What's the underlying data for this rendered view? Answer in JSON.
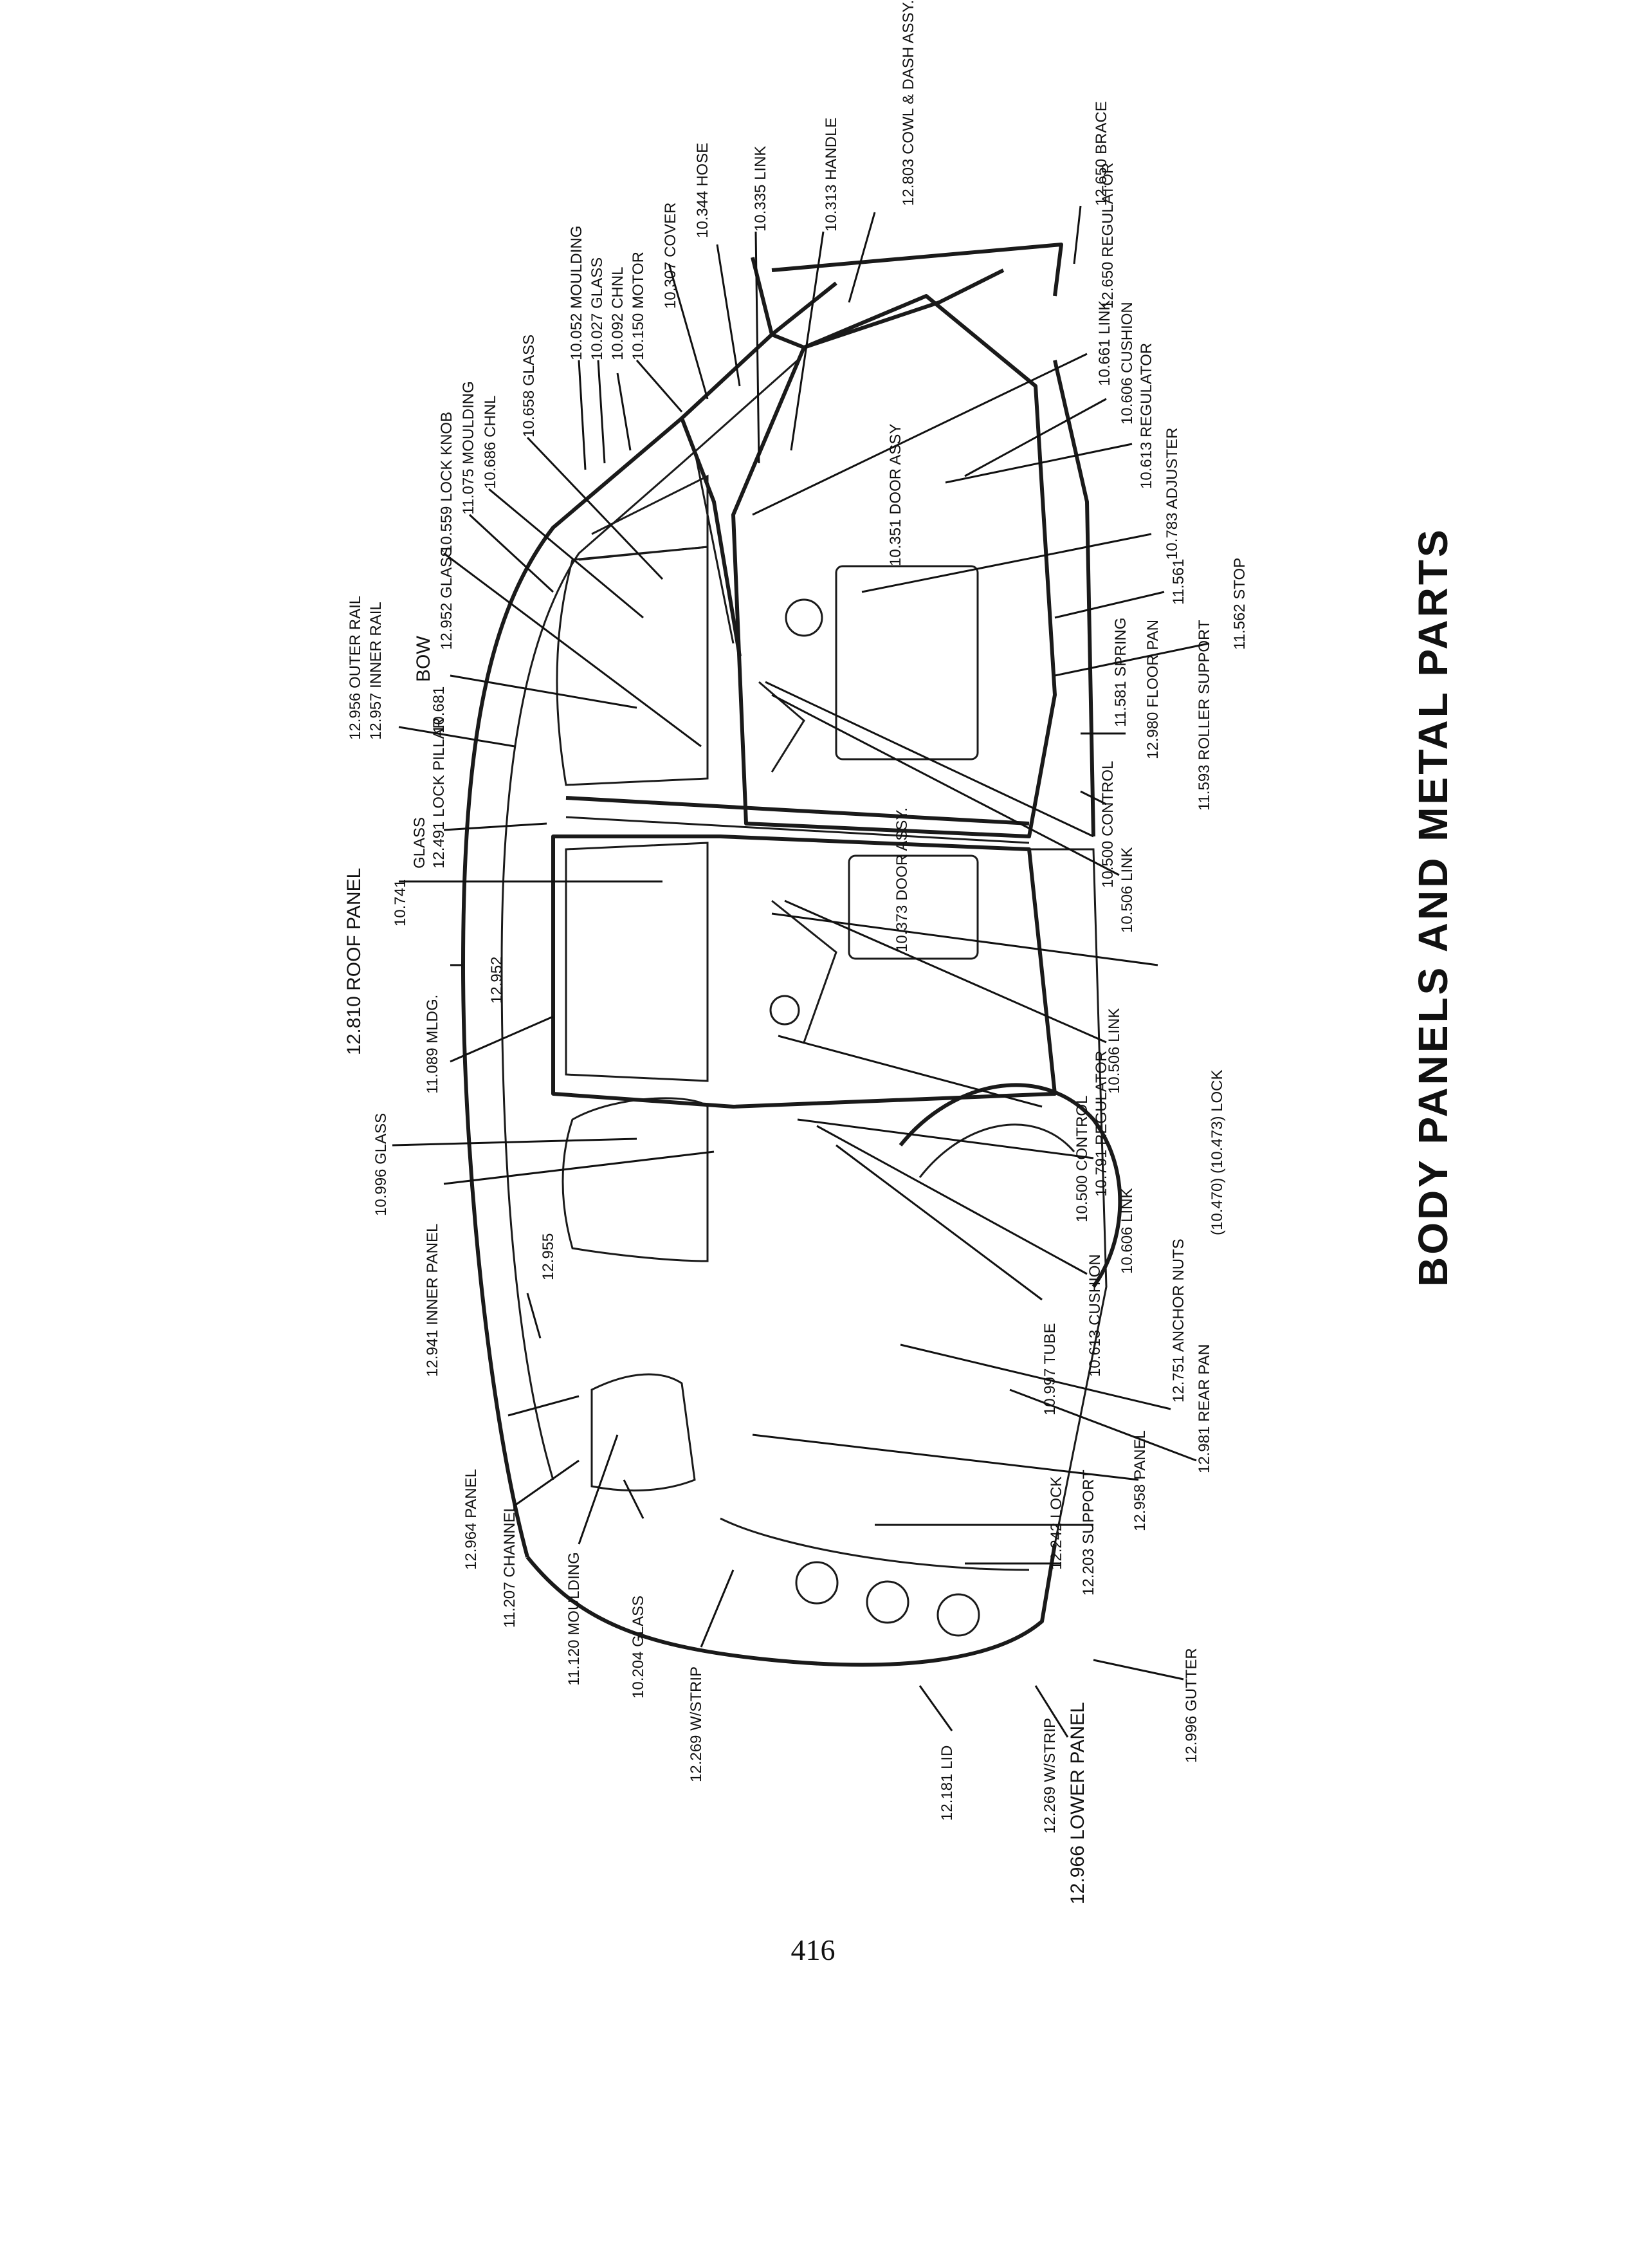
{
  "page": {
    "title": "BODY PANELS AND METAL PARTS",
    "page_number": "416"
  },
  "labels": [
    {
      "id": "l01",
      "text": "12.650 BRACE"
    },
    {
      "id": "l02",
      "text": "12.803 COWL & DASH ASSY."
    },
    {
      "id": "l03",
      "text": "10.313 HANDLE"
    },
    {
      "id": "l04",
      "text": "10.335 LINK"
    },
    {
      "id": "l05",
      "text": "10.344 HOSE"
    },
    {
      "id": "l06",
      "text": "10.307 COVER"
    },
    {
      "id": "l07",
      "text": "10.150 MOTOR"
    },
    {
      "id": "l08",
      "text": "10.092 CHNL"
    },
    {
      "id": "l09",
      "text": "10.027 GLASS"
    },
    {
      "id": "l10",
      "text": "10.052 MOULDING"
    },
    {
      "id": "l11",
      "text": "10.658 GLASS"
    },
    {
      "id": "l12",
      "text": "10.686 CHNL"
    },
    {
      "id": "l13",
      "text": "11.075 MOULDING"
    },
    {
      "id": "l14",
      "text": "10.559 LOCK KNOB"
    },
    {
      "id": "l15",
      "text": "12.952 GLASS"
    },
    {
      "id": "l16",
      "text": "BOW"
    },
    {
      "id": "l17",
      "text": "12.956 OUTER RAIL"
    },
    {
      "id": "l18",
      "text": "12.957 INNER RAIL"
    },
    {
      "id": "l19",
      "text": "10.681"
    },
    {
      "id": "l20",
      "text": "12.491 LOCK PILLAR"
    },
    {
      "id": "l21",
      "text": "GLASS"
    },
    {
      "id": "l22",
      "text": "10.741"
    },
    {
      "id": "l23",
      "text": "12.810 ROOF PANEL"
    },
    {
      "id": "l24",
      "text": "12.952"
    },
    {
      "id": "l25",
      "text": "11.089 MLDG."
    },
    {
      "id": "l26",
      "text": "10.996 GLASS"
    },
    {
      "id": "l27",
      "text": "12.955"
    },
    {
      "id": "l28",
      "text": "12.941 INNER PANEL"
    },
    {
      "id": "l29",
      "text": "12.964 PANEL"
    },
    {
      "id": "l30",
      "text": "11.207 CHANNEL"
    },
    {
      "id": "l31",
      "text": "11.120 MOULDING"
    },
    {
      "id": "l32",
      "text": "10.204 GLASS"
    },
    {
      "id": "l33",
      "text": "12.269 W/STRIP"
    },
    {
      "id": "l34",
      "text": "12.181 LID"
    },
    {
      "id": "l35",
      "text": "12.269 W/STRIP"
    },
    {
      "id": "l36",
      "text": "12.966 LOWER PANEL"
    },
    {
      "id": "l37",
      "text": "12.996 GUTTER"
    },
    {
      "id": "l38",
      "text": "12.203 SUPPORT"
    },
    {
      "id": "l39",
      "text": "12.242 LOCK"
    },
    {
      "id": "l40",
      "text": "12.958 PANEL"
    },
    {
      "id": "l41",
      "text": "12.981 REAR PAN"
    },
    {
      "id": "l42",
      "text": "12.751 ANCHOR NUTS"
    },
    {
      "id": "l43",
      "text": "10.997 TUBE"
    },
    {
      "id": "l44",
      "text": "10.613 CUSHION"
    },
    {
      "id": "l45",
      "text": "10.606 LINK"
    },
    {
      "id": "l46",
      "text": "10.500 CONTROL"
    },
    {
      "id": "l47",
      "text": "10.791 REGULATOR"
    },
    {
      "id": "l48",
      "text": "(10.470) (10.473) LOCK"
    },
    {
      "id": "l49",
      "text": "10.506 LINK"
    },
    {
      "id": "l50",
      "text": "10.373 DOOR ASSY."
    },
    {
      "id": "l51",
      "text": "10.506 LINK"
    },
    {
      "id": "l52",
      "text": "10.500 CONTROL"
    },
    {
      "id": "l53",
      "text": "11.593 ROLLER SUPPORT"
    },
    {
      "id": "l54",
      "text": "12.980 FLOOR PAN"
    },
    {
      "id": "l55",
      "text": "11.581 SPRING"
    },
    {
      "id": "l56",
      "text": "11.562 STOP"
    },
    {
      "id": "l57",
      "text": "11.561"
    },
    {
      "id": "l58",
      "text": "10.783 ADJUSTER"
    },
    {
      "id": "l59",
      "text": "10.613 REGULATOR"
    },
    {
      "id": "l60",
      "text": "10.606 CUSHION"
    },
    {
      "id": "l61",
      "text": "10.661 LINK"
    },
    {
      "id": "l62",
      "text": "12.650 REGULATOR"
    },
    {
      "id": "l63",
      "text": "10.351 DOOR ASSY"
    }
  ]
}
